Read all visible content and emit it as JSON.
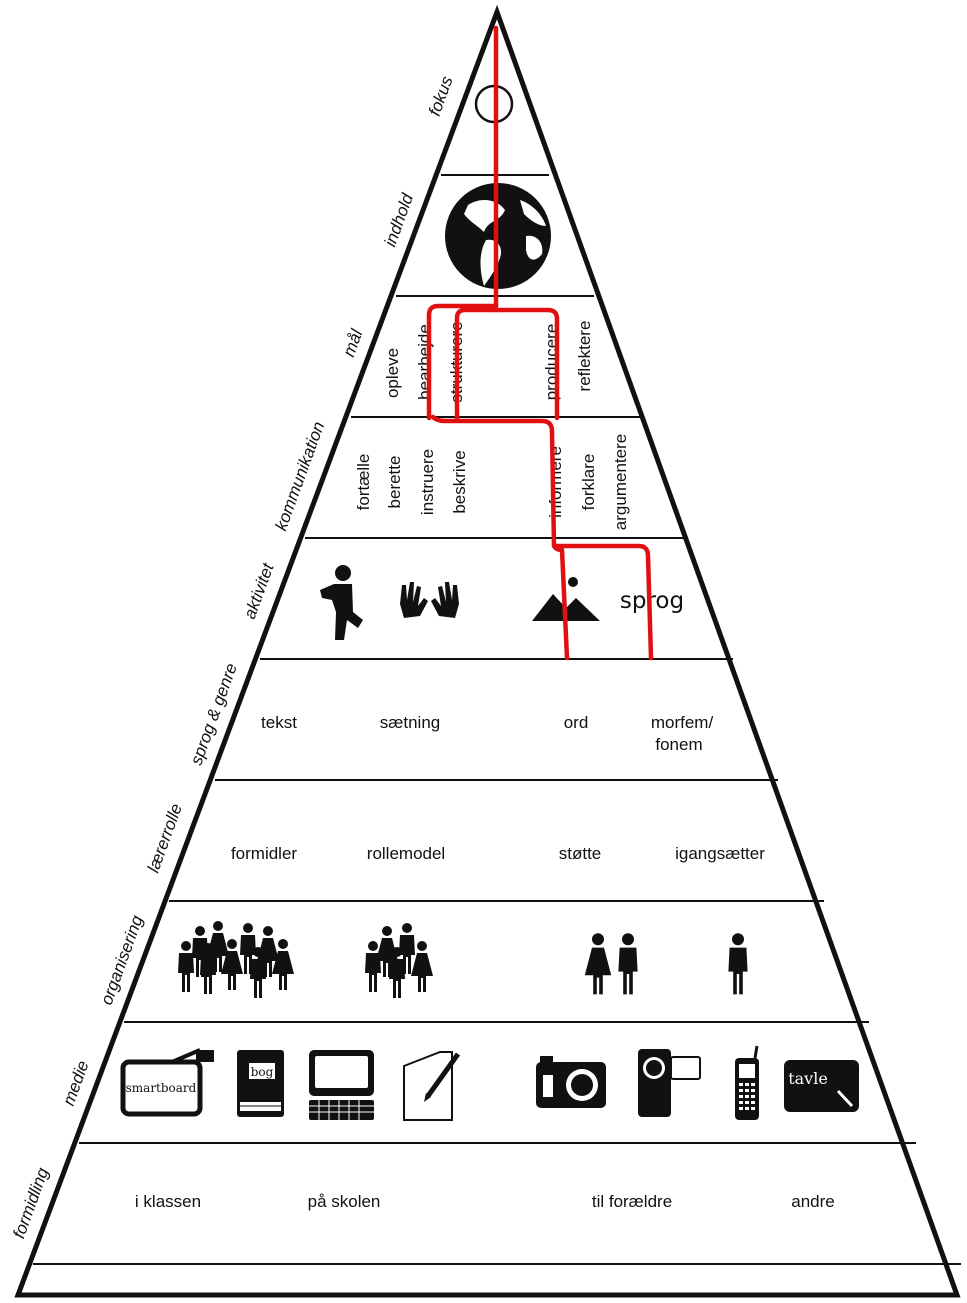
{
  "diagram": {
    "levels": [
      {
        "id": "fokus",
        "side_label": "fokus",
        "items": []
      },
      {
        "id": "indhold",
        "side_label": "indhold",
        "items": []
      },
      {
        "id": "maal",
        "side_label": "mål",
        "items": [
          "opleve",
          "bearbejde",
          "strukturere",
          "producere",
          "reflektere"
        ]
      },
      {
        "id": "kommunikation",
        "side_label": "kommunikation",
        "items": [
          "fortælle",
          "berette",
          "instruere",
          "beskrive",
          "informere",
          "forklare",
          "argumentere"
        ]
      },
      {
        "id": "aktivitet",
        "side_label": "aktivitet",
        "items": [
          "sprog"
        ],
        "icons": [
          "kneeling-person-icon",
          "hands-icon",
          "mountain-sun-icon"
        ]
      },
      {
        "id": "sprog-genre",
        "side_label": "sprog & genre",
        "items": [
          "tekst",
          "sætning",
          "ord",
          "morfem/",
          "fonem"
        ]
      },
      {
        "id": "laererrolle",
        "side_label": "lærerrolle",
        "items": [
          "formidler",
          "rollemodel",
          "støtte",
          "igangsætter"
        ]
      },
      {
        "id": "organisering",
        "side_label": "organisering",
        "icons": [
          "large-group-icon",
          "small-group-icon",
          "pair-icon",
          "single-person-icon"
        ]
      },
      {
        "id": "medie",
        "side_label": "medie",
        "items": [
          "smartboard",
          "bog",
          "tavle"
        ],
        "icons": [
          "smartboard-icon",
          "book-icon",
          "computer-icon",
          "paper-pencil-icon",
          "camera-icon",
          "video-camera-icon",
          "mobile-phone-icon",
          "blackboard-icon"
        ]
      },
      {
        "id": "formidling",
        "side_label": "formidling",
        "items": [
          "i klassen",
          "på skolen",
          "til forældre",
          "andre"
        ]
      }
    ],
    "colors": {
      "line": "#111111",
      "path": "#e01010",
      "background": "#ffffff"
    }
  }
}
